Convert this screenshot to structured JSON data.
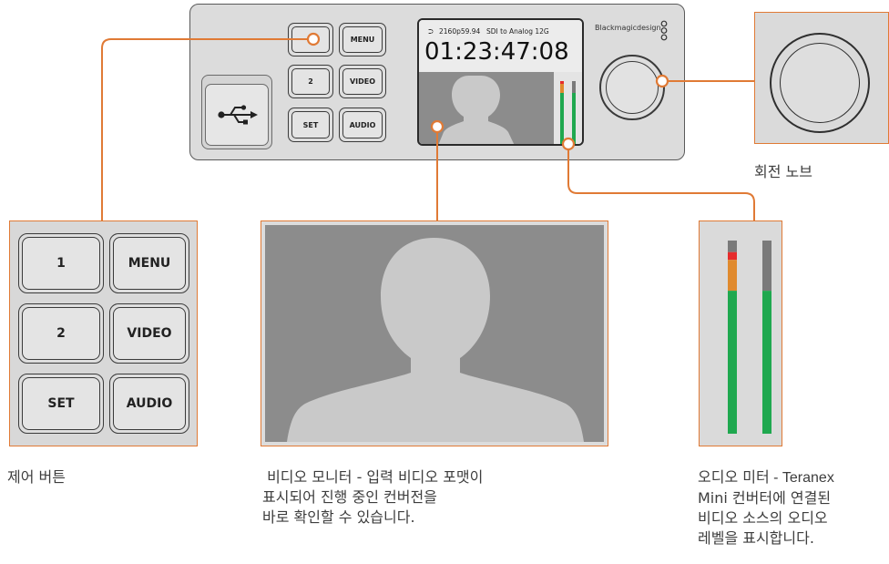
{
  "device": {
    "brand": "Blackmagicdesign",
    "lcd": {
      "input_format": "2160p59.94",
      "conversion": "SDI to Analog 12G",
      "timecode": "01:23:47:08"
    },
    "panel_buttons": [
      "",
      "MENU",
      "2",
      "VIDEO",
      "SET",
      "AUDIO"
    ]
  },
  "zoom_buttons": [
    "1",
    "MENU",
    "2",
    "VIDEO",
    "SET",
    "AUDIO"
  ],
  "audio_meter": {
    "channels": [
      {
        "green": 0.74,
        "orange": 0.16,
        "red": 0.04
      },
      {
        "green": 0.74,
        "orange": 0.0,
        "red": 0.0
      }
    ],
    "colors": {
      "green": "#1fa84f",
      "orange": "#e08a2e",
      "red": "#e62c2c",
      "empty": "#7a7a7a"
    }
  },
  "colors": {
    "accent": "#e07a35",
    "panel": "#dcdcdc",
    "video": "#8c8c8c",
    "silhouette": "#c9c9c9"
  },
  "captions": {
    "knob": "회전 노브",
    "buttons": "제어 버튼",
    "video": {
      "line1": " 비디오 모니터 - 입력 비디오 포맷이",
      "line2": "표시되어 진행 중인 컨버전을",
      "line3": "바로 확인할 수 있습니다."
    },
    "meter": {
      "title": "오디오 미터",
      "line1_rest": " - Teranex",
      "line2": "Mini 컨버터에 연결된",
      "line3": "비디오 소스의 오디오",
      "line4": "레벨을 표시합니다."
    }
  },
  "icons": {
    "usb": "usb-icon"
  }
}
